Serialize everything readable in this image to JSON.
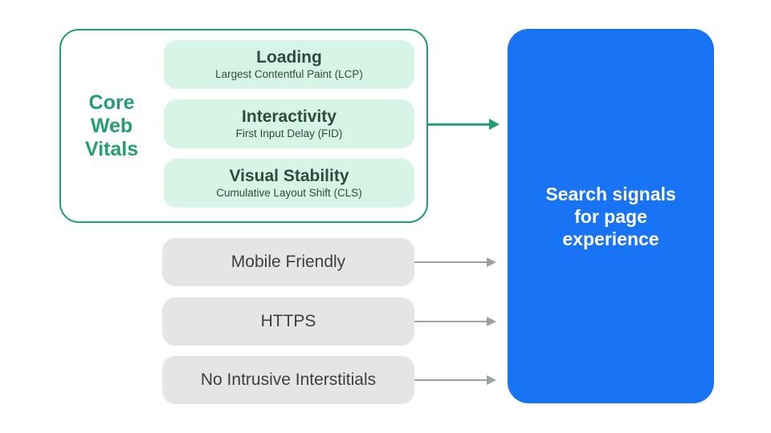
{
  "colors": {
    "green_accent": "#229F70",
    "green_fill": "#D6F5E7",
    "metric_text": "#2E4B40",
    "blue_fill": "#1973F5",
    "gray_fill": "#E5E5E7",
    "gray_arrow": "#9AA0A6",
    "signal_text": "#3C4043",
    "result_text": "#FFFFFF"
  },
  "core_web_vitals": {
    "label": "Core Web Vitals",
    "metrics": [
      {
        "title": "Loading",
        "subtitle": "Largest Contentful Paint (LCP)"
      },
      {
        "title": "Interactivity",
        "subtitle": "First Input Delay (FID)"
      },
      {
        "title": "Visual Stability",
        "subtitle": "Cumulative Layout Shift (CLS)"
      }
    ]
  },
  "other_signals": [
    {
      "label": "Mobile Friendly"
    },
    {
      "label": "HTTPS"
    },
    {
      "label": "No Intrusive Interstitials"
    }
  ],
  "result": {
    "label": "Search signals for page experience"
  },
  "icons": {
    "connector": "arrow-right-icon"
  }
}
